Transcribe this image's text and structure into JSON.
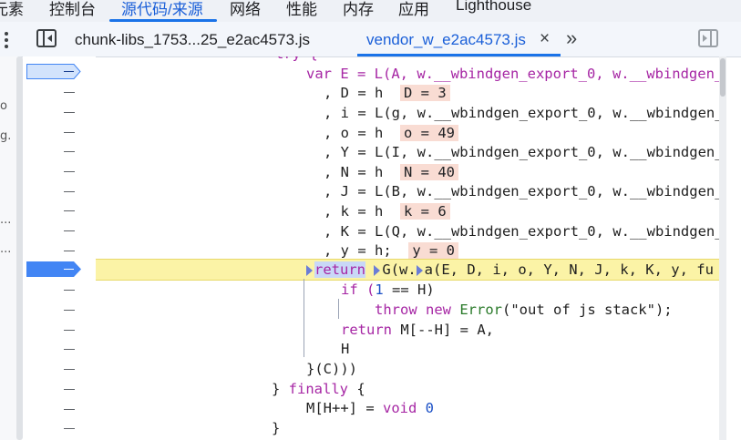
{
  "top_tabs": [
    "元素",
    "控制台",
    "源代码/来源",
    "网络",
    "性能",
    "内存",
    "应用",
    "Lighthouse"
  ],
  "file_tabs": [
    "chunk-libs_1753...25_e2ac4573.js",
    "vendor_w_e2ac4573.js"
  ],
  "icons": {
    "menu": "more-vert-icon",
    "toggle_navigator": "sidebar-toggle-icon",
    "close": "close-icon",
    "more_tabs": "double-chevron-right-icon",
    "toggle_debugger": "sidebar-toggle-icon"
  },
  "symbols": {
    "close": "×",
    "more_tabs": "»"
  },
  "nav_fragments": [
    "o",
    "g.",
    "..."
  ],
  "colors": {
    "accent": "#1a73e8",
    "breakpoint": "#4285f4",
    "breakpoint_inactive": "#d2e3fc",
    "exec_line": "#fbf3a6",
    "inline_value_bg": "#f9dcd3",
    "keyword": "#a626a4",
    "number": "#1a4fc6"
  },
  "code": {
    "l0": "try {",
    "l1": "var E = L(A, w.__wbindgen_export_0, w.__wbindgen_",
    "l2": ", D = h",
    "l2v": "D = 3",
    "l3": ", i = L(g, w.__wbindgen_export_0, w.__wbindgen_",
    "l4": ", o = h",
    "l4v": "o = 49",
    "l5": ", Y = L(I, w.__wbindgen_export_0, w.__wbindgen_",
    "l6": ", N = h",
    "l6v": "N = 40",
    "l7": ", J = L(B, w.__wbindgen_export_0, w.__wbindgen_",
    "l8": ", k = h",
    "l8v": "k = 6",
    "l9": ", K = L(Q, w.__wbindgen_export_0, w.__wbindgen_",
    "l10": ", y = h;",
    "l10v": "y = 0",
    "l11a": "return",
    "l11b": "G(w.",
    "l11c": "a(E, D, i, o, Y, N, J, k, K, y, fu",
    "l12a": "if (",
    "l12b": "1",
    "l12c": " == H)",
    "l13a": "throw new ",
    "l13b": "Error",
    "l13c": "(\"out of js stack\");",
    "l14a": "return",
    "l14b": " M[--H] = A,",
    "l15": "H",
    "l16": "}(C)))",
    "l17a": "} ",
    "l17b": "finally",
    "l17c": " {",
    "l18a": "M[H++] = ",
    "l18b": "void",
    "l18c": " ",
    "l18d": "0",
    "l19": "}"
  }
}
